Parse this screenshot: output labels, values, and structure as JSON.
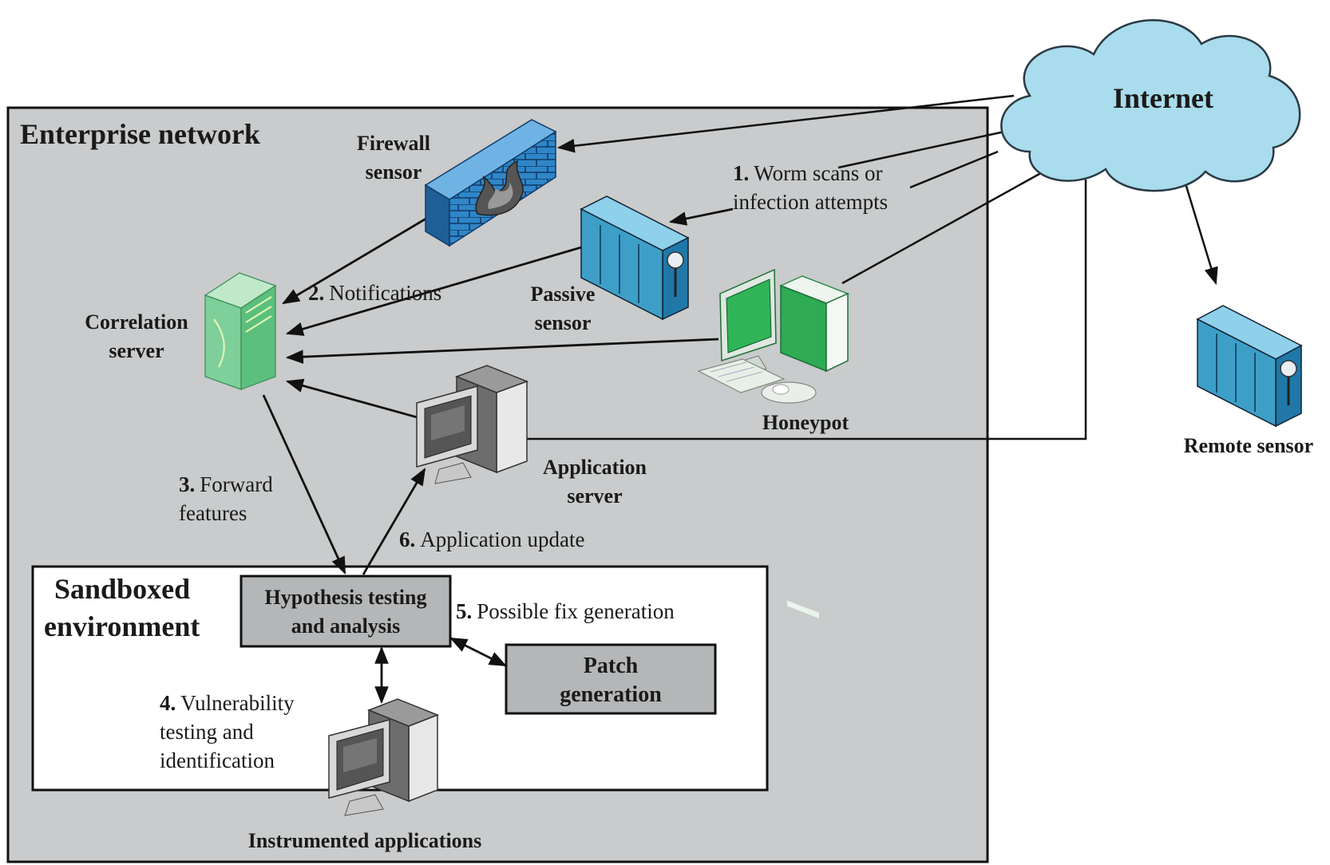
{
  "colors": {
    "enterprise_bg": "#c9cbcc",
    "sandbox_bg": "#ffffff",
    "box_fill": "#b4b6b7",
    "cloud_fill": "#a9dcec",
    "cloud_stroke": "#2a3a44",
    "server_blue": "#3d9fc7",
    "firewall_blue": "#2f86c8",
    "correlation_green": "#7fcf9a",
    "honeypot_green": "#2faa55"
  },
  "regions": {
    "enterprise_title": "Enterprise network",
    "sandbox_title_line1": "Sandboxed",
    "sandbox_title_line2": "environment"
  },
  "nodes": {
    "internet": "Internet",
    "firewall_line1": "Firewall",
    "firewall_line2": "sensor",
    "passive_line1": "Passive",
    "passive_line2": "sensor",
    "correlation_line1": "Correlation",
    "correlation_line2": "server",
    "honeypot": "Honeypot",
    "appserver_line1": "Application",
    "appserver_line2": "server",
    "remote": "Remote sensor",
    "hypothesis_line1": "Hypothesis testing",
    "hypothesis_line2": "and analysis",
    "patch_line1": "Patch",
    "patch_line2": "generation",
    "instrumented": "Instrumented applications"
  },
  "steps": {
    "s1_num": "1.",
    "s1_line1": "Worm scans or",
    "s1_line2": "infection attempts",
    "s2_num": "2.",
    "s2_text": "Notifications",
    "s3_num": "3.",
    "s3_line1": "Forward",
    "s3_line2": "features",
    "s4_num": "4.",
    "s4_line1": "Vulnerability",
    "s4_line2": "testing and",
    "s4_line3": "identification",
    "s5_num": "5.",
    "s5_text": "Possible fix generation",
    "s6_num": "6.",
    "s6_text": "Application update"
  },
  "icons": [
    "cloud-icon",
    "firewall-icon",
    "passive-server-icon",
    "correlation-server-icon",
    "honeypot-computer-icon",
    "application-server-icon",
    "remote-server-icon",
    "instrumented-computer-icon"
  ]
}
